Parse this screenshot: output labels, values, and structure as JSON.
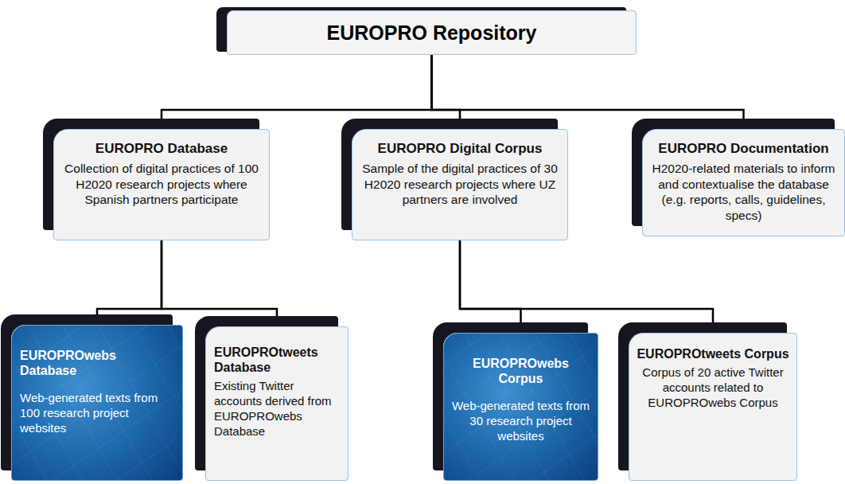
{
  "diagram": {
    "nodes": [
      {
        "text": [
          "EUROPRO Repository"
        ]
      },
      {
        "text": [
          "EUROPRO Database",
          "Collection of digital practices of 100 H2020 research projects where Spanish partners participate"
        ]
      },
      {
        "text": [
          "EUROPRO Digital Corpus",
          "Sample of the digital practices of 30 H2020 research projects where UZ partners are involved"
        ]
      },
      {
        "text": [
          "EUROPRO Documentation",
          "H2020-related materials to inform and contextualise the database (e.g. reports, calls, guidelines, specs)"
        ]
      },
      {
        "text": [
          "EUROPROwebs Database",
          "Web-generated texts from 100 research project websites"
        ]
      },
      {
        "text": [
          "EUROPROtweets Database",
          "Existing Twitter accounts derived from EUROPROwebs Database"
        ]
      },
      {
        "text": [
          "EUROPROwebs Corpus",
          "Web-generated texts from 30 research project websites"
        ]
      },
      {
        "text": [
          "EUROPROtweets Corpus",
          "Corpus of 20 active Twitter accounts related to EUROPROwebs Corpus"
        ]
      }
    ],
    "edges": [
      {
        "from": 0,
        "to": 1,
        "arrow": "none"
      },
      {
        "from": 0,
        "to": 2,
        "arrow": "none"
      },
      {
        "from": 0,
        "to": 3,
        "arrow": "none"
      },
      {
        "from": 1,
        "to": 4,
        "arrow": "none"
      },
      {
        "from": 1,
        "to": 5,
        "arrow": "none"
      },
      {
        "from": 2,
        "to": 6,
        "arrow": "none"
      },
      {
        "from": 2,
        "to": 7,
        "arrow": "none"
      }
    ]
  }
}
